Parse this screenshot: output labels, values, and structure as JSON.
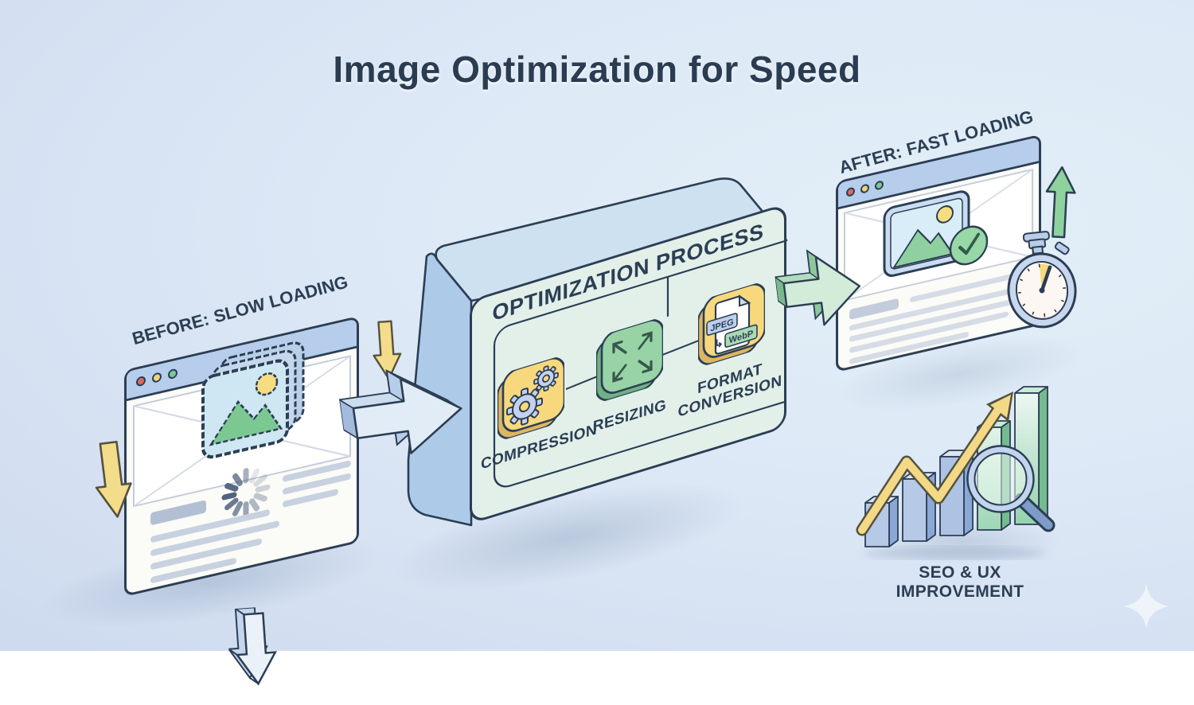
{
  "title": "Image Optimization for Speed",
  "before": {
    "label_prefix": "BEFORE:",
    "label_text": "SLOW LOADING"
  },
  "process": {
    "title": "OPTIMIZATION PROCESS",
    "steps": [
      {
        "label": "COMPRESSION",
        "icon": "gears-icon"
      },
      {
        "label": "RESIZING",
        "icon": "expand-arrows-icon"
      },
      {
        "label": "FORMAT CONVERSION",
        "icon": "file-format-conversion-icon",
        "from_format": "JPEG",
        "to_format": "WebP",
        "conversion_glyph": "↳"
      }
    ]
  },
  "after": {
    "label_prefix": "AFTER:",
    "label_text": "FAST LOADING"
  },
  "outcome": {
    "caption": "SEO & UX IMPROVEMENT"
  },
  "colors": {
    "background": "#dbe7f6",
    "ink": "#2c3e54",
    "accent_yellow": "#f3d985",
    "accent_green": "#98d3a6",
    "accent_blue": "#b6cdec",
    "box_mint": "#e3f0ea"
  }
}
